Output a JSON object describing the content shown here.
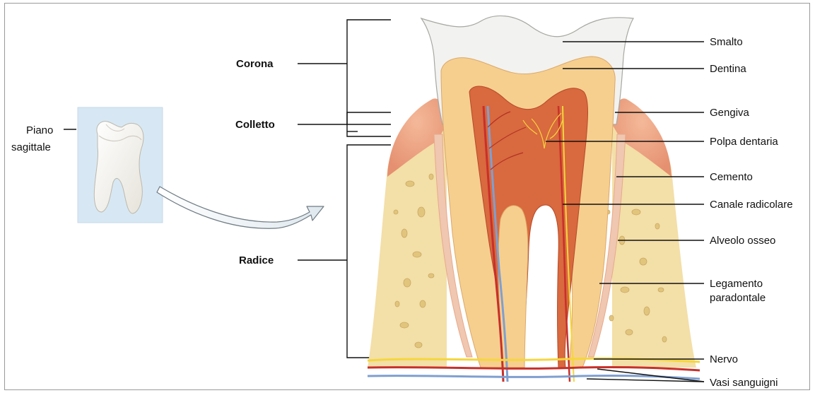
{
  "colors": {
    "enamel": "#f2f2f0",
    "dentin": "#f6cf8f",
    "pulp": "#d9693e",
    "gum": "#e9a07a",
    "bone": "#f3dfa8",
    "vessel_red": "#c8302a",
    "vessel_blue": "#7f9fd0",
    "nerve": "#f5d63c",
    "small_panel_bg": "#d7e8f4"
  },
  "left_labels": {
    "piano_line1": "Piano",
    "piano_line2": "sagittale"
  },
  "regions": {
    "corona": "Corona",
    "colletto": "Colletto",
    "radice": "Radice"
  },
  "right_labels": {
    "smalto": "Smalto",
    "dentina": "Dentina",
    "gengiva": "Gengiva",
    "polpa": "Polpa dentaria",
    "cemento": "Cemento",
    "canale": "Canale radicolare",
    "alveolo": "Alveolo osseo",
    "legamento_line1": "Legamento",
    "legamento_line2": "paradontale",
    "nervo": "Nervo",
    "vasi": "Vasi sanguigni"
  },
  "icons": {
    "tooth_thumbnail": "molar-tooth-icon",
    "arrow": "curved-arrow-icon"
  }
}
